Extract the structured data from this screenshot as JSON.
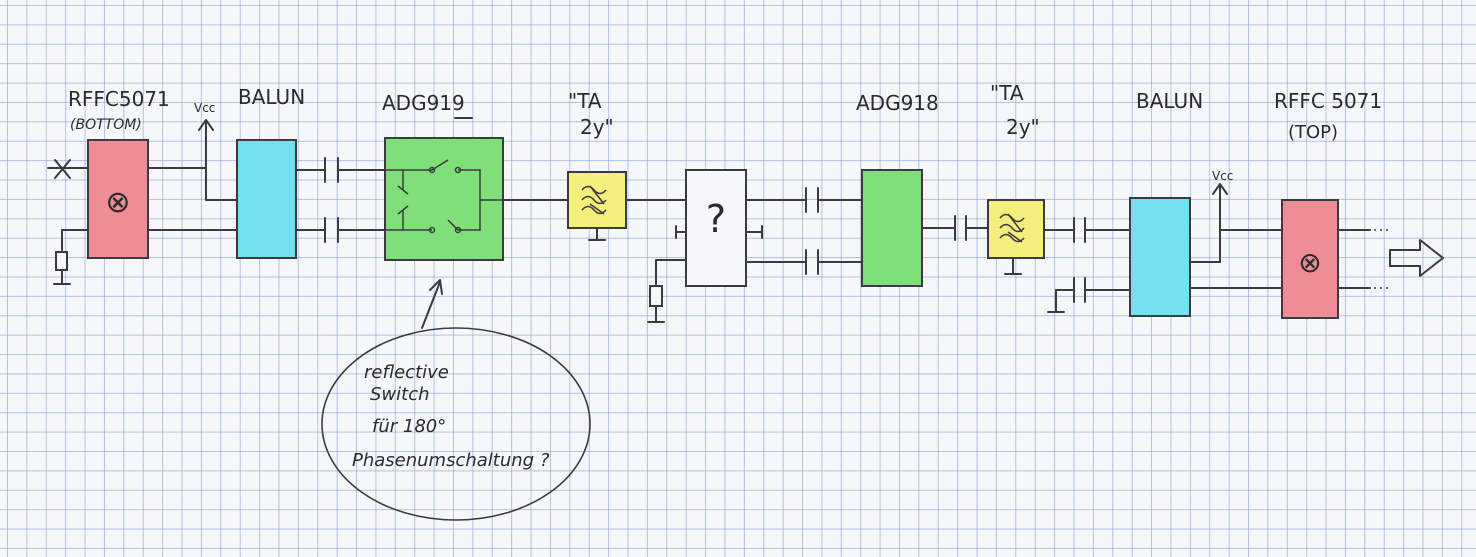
{
  "colors": {
    "mixer": "#ef8d96",
    "balun": "#74e0ee",
    "switch": "#7fe07a",
    "filter": "#f4ee7a",
    "ink": "#2e2e34",
    "grid": "#8ea6d8"
  },
  "labels": {
    "mixer_left_name": "RFFC5071",
    "mixer_left_sub": "(BOTTOM)",
    "vcc_left": "Vcc",
    "balun_left": "BALUN",
    "switch_left": "ADG919",
    "filter_left_line1": "\"TA",
    "filter_left_line2": "2y\"",
    "unknown_block": "?",
    "switch_right": "ADG918",
    "filter_right_line1": "\"TA",
    "filter_right_line2": "2y\"",
    "balun_right": "BALUN",
    "mixer_right_name": "RFFC 5071",
    "mixer_right_sub": "(TOP)",
    "vcc_right": "Vcc",
    "mixer_symbol": "⊗",
    "note_line1": "reflective",
    "note_line2": "Switch",
    "note_line3": "für 180°",
    "note_line4": "Phasenumschaltung ?"
  }
}
